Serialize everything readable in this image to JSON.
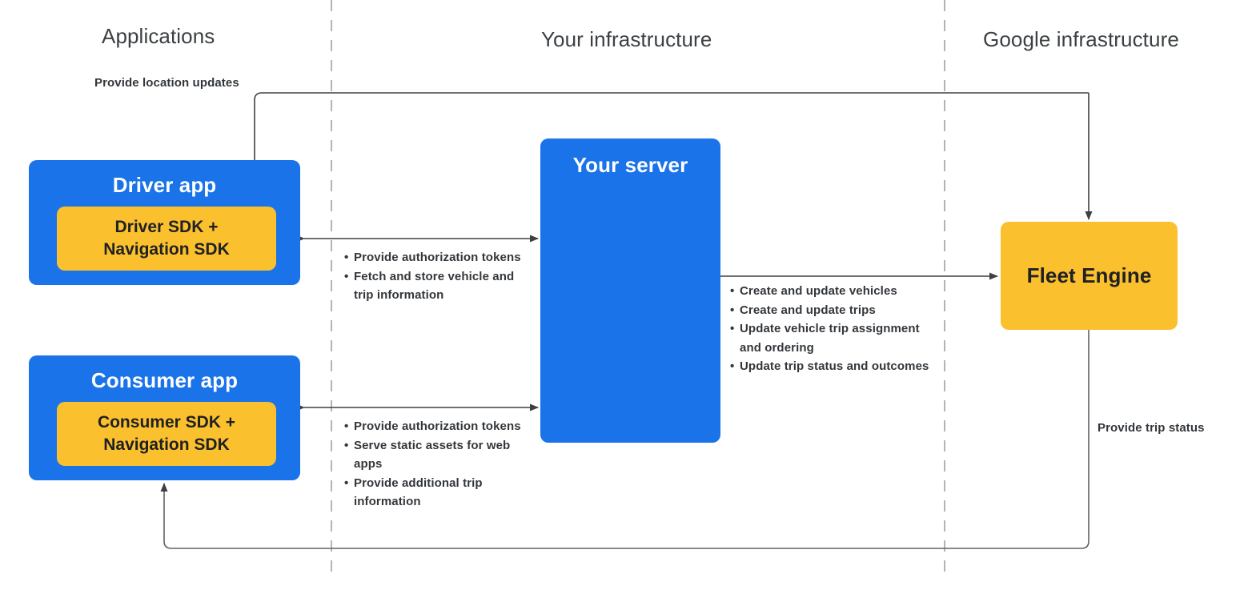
{
  "columns": [
    {
      "key": "applications",
      "label": "Applications"
    },
    {
      "key": "your_infrastructure",
      "label": "Your infrastructure"
    },
    {
      "key": "google_infrastructure",
      "label": "Google infrastructure"
    }
  ],
  "nodes": {
    "driver_app": {
      "title": "Driver app",
      "sdk": "Driver SDK +\nNavigation SDK"
    },
    "consumer_app": {
      "title": "Consumer app",
      "sdk": "Consumer SDK +\nNavigation SDK"
    },
    "your_server": {
      "title": "Your server"
    },
    "fleet_engine": {
      "title": "Fleet Engine"
    }
  },
  "edges": {
    "location_updates": {
      "label": "Provide location updates"
    },
    "trip_status": {
      "label": "Provide trip status"
    },
    "driver_server": {
      "bullets": [
        "Provide authorization tokens",
        "Fetch and store vehicle and trip information"
      ]
    },
    "consumer_server": {
      "bullets": [
        "Provide authorization tokens",
        "Serve static assets for web apps",
        "Provide additional trip information"
      ]
    },
    "server_fleet_engine": {
      "bullets": [
        "Create and update vehicles",
        "Create and update trips",
        "Update vehicle trip assignment and ordering",
        "Update trip status and outcomes"
      ]
    }
  },
  "colors": {
    "app_blue": "#1a73e8",
    "sdk_yellow": "#fbc02d",
    "header_text": "#3c4043",
    "body_text": "#33373b",
    "connector": "#5f6368",
    "divider": "#b0b4ba"
  }
}
